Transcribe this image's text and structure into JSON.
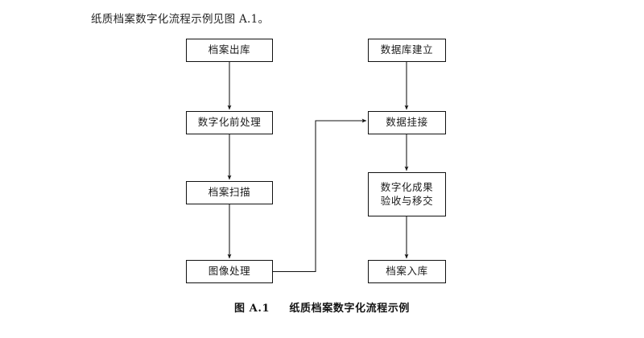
{
  "page": {
    "intro_text": "纸质档案数字化流程示例见图 A.1。",
    "background_color": "#ffffff",
    "line_color": "#111111"
  },
  "figure": {
    "caption_label": "图 A.1",
    "caption_title": "纸质档案数字化流程示例"
  },
  "flowchart": {
    "type": "flowchart",
    "left_column": [
      {
        "id": "archive-checkout",
        "label": "档案出库"
      },
      {
        "id": "pre-digitization",
        "label": "数字化前处理"
      },
      {
        "id": "archive-scan",
        "label": "档案扫描"
      },
      {
        "id": "image-processing",
        "label": "图像处理"
      }
    ],
    "right_column": [
      {
        "id": "database-setup",
        "label": "数据库建立"
      },
      {
        "id": "data-linking",
        "label": "数据挂接"
      },
      {
        "id": "result-acceptance",
        "label_line1": "数字化成果",
        "label_line2": "验收与移交"
      },
      {
        "id": "archive-storage",
        "label": "档案入库"
      }
    ],
    "connections": [
      {
        "from": "archive-checkout",
        "to": "pre-digitization",
        "style": "straight-down"
      },
      {
        "from": "pre-digitization",
        "to": "archive-scan",
        "style": "straight-down"
      },
      {
        "from": "archive-scan",
        "to": "image-processing",
        "style": "straight-down"
      },
      {
        "from": "image-processing",
        "to": "data-linking",
        "style": "elbow-right-up"
      },
      {
        "from": "database-setup",
        "to": "data-linking",
        "style": "straight-down"
      },
      {
        "from": "data-linking",
        "to": "result-acceptance",
        "style": "straight-down"
      },
      {
        "from": "result-acceptance",
        "to": "archive-storage",
        "style": "straight-down"
      }
    ]
  }
}
